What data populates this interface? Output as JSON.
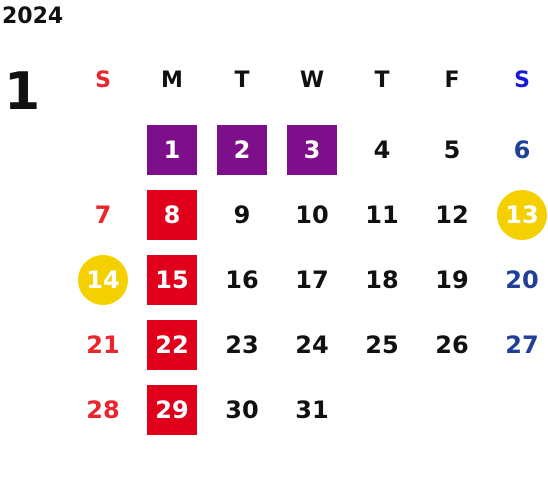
{
  "calendar": {
    "year": "2024",
    "month": "1",
    "weekdays": [
      {
        "label": "S",
        "color": "#e8262c"
      },
      {
        "label": "M",
        "color": "#111111"
      },
      {
        "label": "T",
        "color": "#111111"
      },
      {
        "label": "W",
        "color": "#111111"
      },
      {
        "label": "T",
        "color": "#111111"
      },
      {
        "label": "F",
        "color": "#111111"
      },
      {
        "label": "S",
        "color": "#1a1ad6"
      }
    ],
    "colors": {
      "sunday": "#e8262c",
      "saturday": "#1f3f99",
      "weekday": "#111111",
      "purple_highlight": "#7d0f8a",
      "red_highlight": "#e0001b",
      "yellow_highlight": "#f5d000"
    },
    "days": [
      {
        "day": "1",
        "col": 1,
        "row": 0,
        "highlight": "purple-square"
      },
      {
        "day": "2",
        "col": 2,
        "row": 0,
        "highlight": "purple-square"
      },
      {
        "day": "3",
        "col": 3,
        "row": 0,
        "highlight": "purple-square"
      },
      {
        "day": "4",
        "col": 4,
        "row": 0,
        "highlight": "none"
      },
      {
        "day": "5",
        "col": 5,
        "row": 0,
        "highlight": "none"
      },
      {
        "day": "6",
        "col": 6,
        "row": 0,
        "highlight": "none"
      },
      {
        "day": "7",
        "col": 0,
        "row": 1,
        "highlight": "none"
      },
      {
        "day": "8",
        "col": 1,
        "row": 1,
        "highlight": "red-square"
      },
      {
        "day": "9",
        "col": 2,
        "row": 1,
        "highlight": "none"
      },
      {
        "day": "10",
        "col": 3,
        "row": 1,
        "highlight": "none"
      },
      {
        "day": "11",
        "col": 4,
        "row": 1,
        "highlight": "none"
      },
      {
        "day": "12",
        "col": 5,
        "row": 1,
        "highlight": "none"
      },
      {
        "day": "13",
        "col": 6,
        "row": 1,
        "highlight": "yellow-circle"
      },
      {
        "day": "14",
        "col": 0,
        "row": 2,
        "highlight": "yellow-circle"
      },
      {
        "day": "15",
        "col": 1,
        "row": 2,
        "highlight": "red-square"
      },
      {
        "day": "16",
        "col": 2,
        "row": 2,
        "highlight": "none"
      },
      {
        "day": "17",
        "col": 3,
        "row": 2,
        "highlight": "none"
      },
      {
        "day": "18",
        "col": 4,
        "row": 2,
        "highlight": "none"
      },
      {
        "day": "19",
        "col": 5,
        "row": 2,
        "highlight": "none"
      },
      {
        "day": "20",
        "col": 6,
        "row": 2,
        "highlight": "none"
      },
      {
        "day": "21",
        "col": 0,
        "row": 3,
        "highlight": "none"
      },
      {
        "day": "22",
        "col": 1,
        "row": 3,
        "highlight": "red-square"
      },
      {
        "day": "23",
        "col": 2,
        "row": 3,
        "highlight": "none"
      },
      {
        "day": "24",
        "col": 3,
        "row": 3,
        "highlight": "none"
      },
      {
        "day": "25",
        "col": 4,
        "row": 3,
        "highlight": "none"
      },
      {
        "day": "26",
        "col": 5,
        "row": 3,
        "highlight": "none"
      },
      {
        "day": "27",
        "col": 6,
        "row": 3,
        "highlight": "none"
      },
      {
        "day": "28",
        "col": 0,
        "row": 4,
        "highlight": "none"
      },
      {
        "day": "29",
        "col": 1,
        "row": 4,
        "highlight": "red-square"
      },
      {
        "day": "30",
        "col": 2,
        "row": 4,
        "highlight": "none"
      },
      {
        "day": "31",
        "col": 3,
        "row": 4,
        "highlight": "none"
      }
    ]
  }
}
